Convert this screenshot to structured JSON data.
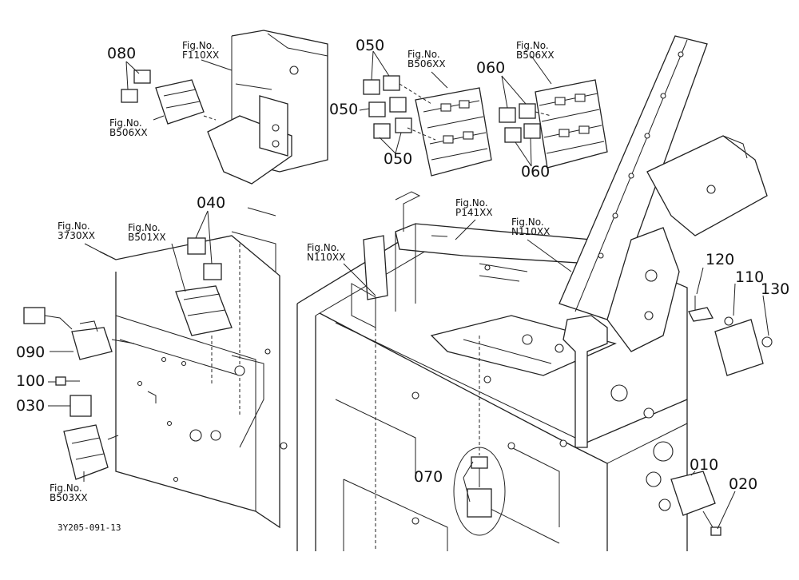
{
  "callouts": {
    "c010": "010",
    "c020": "020",
    "c030": "030",
    "c040": "040",
    "c050a": "050",
    "c050b": "050",
    "c050c": "050",
    "c060a": "060",
    "c060b": "060",
    "c070": "070",
    "c080": "080",
    "c090": "090",
    "c100": "100",
    "c110": "110",
    "c120": "120",
    "c130": "130"
  },
  "fig_refs": {
    "f110_top": {
      "prefix": "Fig.No.",
      "code": "F110XX"
    },
    "b506_left": {
      "prefix": "Fig.No.",
      "code": "B506XX"
    },
    "b506_mid": {
      "prefix": "Fig.No.",
      "code": "B506XX"
    },
    "b506_right": {
      "prefix": "Fig.No.",
      "code": "B506XX"
    },
    "p141": {
      "prefix": "Fig.No.",
      "code": "P141XX"
    },
    "n110_right": {
      "prefix": "Fig.No.",
      "code": "N110XX"
    },
    "n110_center": {
      "prefix": "Fig.No.",
      "code": "N110XX"
    },
    "m3730": {
      "prefix": "Fig.No.",
      "code": "3730XX"
    },
    "b501": {
      "prefix": "Fig.No.",
      "code": "B501XX"
    },
    "b503": {
      "prefix": "Fig.No.",
      "code": "B503XX"
    }
  },
  "drawing_code": "3Y205-091-13"
}
